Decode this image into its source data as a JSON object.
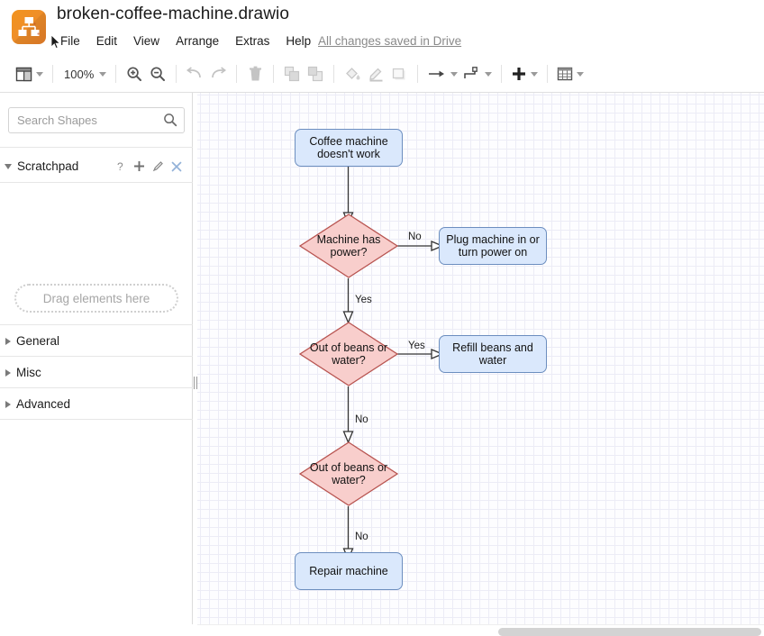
{
  "titlebar": {
    "document_title": "broken-coffee-machine.drawio",
    "logo_name": "drawio-logo",
    "save_status": "All changes saved in Drive",
    "menu": [
      {
        "label": "File",
        "name": "menu-file"
      },
      {
        "label": "Edit",
        "name": "menu-edit"
      },
      {
        "label": "View",
        "name": "menu-view"
      },
      {
        "label": "Arrange",
        "name": "menu-arrange"
      },
      {
        "label": "Extras",
        "name": "menu-extras"
      },
      {
        "label": "Help",
        "name": "menu-help"
      }
    ]
  },
  "toolbar": {
    "view_button": "view-layers-icon",
    "zoom_level": "100%",
    "zoom_in": "zoom-in-icon",
    "zoom_out": "zoom-out-icon",
    "undo": "undo-icon",
    "redo": "redo-icon",
    "delete": "trash-icon",
    "to_front": "bring-to-front-icon",
    "to_back": "send-to-back-icon",
    "fill_color": "fill-color-icon",
    "line_color": "line-color-icon",
    "shadow": "shadow-icon",
    "connection": "connection-arrow-icon",
    "waypoints": "waypoints-icon",
    "insert": "insert-plus-icon",
    "table": "table-grid-icon"
  },
  "sidebar": {
    "search": {
      "placeholder": "Search Shapes",
      "icon": "search-icon"
    },
    "scratchpad": {
      "label": "Scratchpad",
      "dropzone": "Drag elements here",
      "actions": [
        {
          "name": "scratchpad-help",
          "glyph": "?"
        },
        {
          "name": "scratchpad-add",
          "glyph": "+"
        },
        {
          "name": "scratchpad-edit",
          "glyph": "pencil"
        },
        {
          "name": "scratchpad-close",
          "glyph": "×"
        }
      ]
    },
    "sections": [
      {
        "label": "General",
        "name": "sidebar-section-general"
      },
      {
        "label": "Misc",
        "name": "sidebar-section-misc"
      },
      {
        "label": "Advanced",
        "name": "sidebar-section-advanced"
      }
    ]
  },
  "colors": {
    "process_fill": "#dae8fc",
    "process_stroke": "#6c8ebf",
    "decision_fill": "#f8cecc",
    "decision_stroke": "#b85450",
    "edge_stroke": "#333333",
    "accent_orange": "#ef8f28"
  },
  "diagram": {
    "nodes": [
      {
        "id": "start",
        "type": "process",
        "text": "Coffee machine doesn't work"
      },
      {
        "id": "power",
        "type": "decision",
        "text": "Machine has power?"
      },
      {
        "id": "plugin",
        "type": "process",
        "text": "Plug machine in or turn power on"
      },
      {
        "id": "beans1",
        "type": "decision",
        "text": "Out of beans or water?"
      },
      {
        "id": "refill",
        "type": "process",
        "text": "Refill beans and water"
      },
      {
        "id": "beans2",
        "type": "decision",
        "text": "Out of beans or water?"
      },
      {
        "id": "repair",
        "type": "process",
        "text": "Repair machine"
      }
    ],
    "edge_labels": {
      "power_no": "No",
      "power_yes": "Yes",
      "beans1_yes": "Yes",
      "beans1_no": "No",
      "beans2_no": "No"
    }
  }
}
